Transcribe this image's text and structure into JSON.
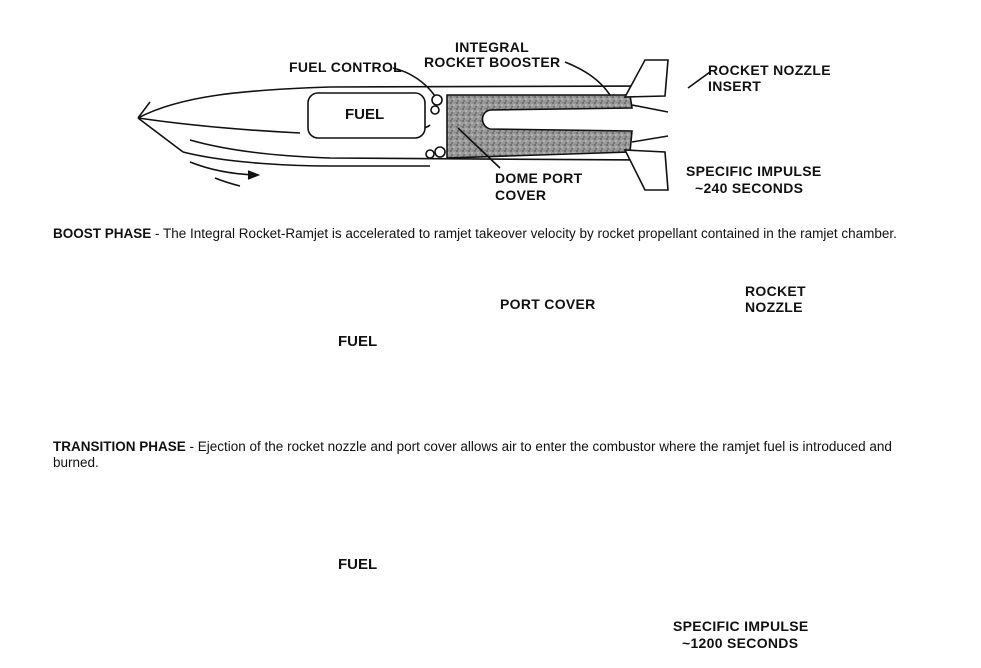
{
  "stage1": {
    "fuel": "FUEL",
    "fuel_control": "FUEL CONTROL",
    "integral_booster_line1": "INTEGRAL",
    "integral_booster_line2": "ROCKET BOOSTER",
    "nozzle_insert_line1": "ROCKET NOZZLE",
    "nozzle_insert_line2": "INSERT",
    "dome_port_line1": "DOME PORT",
    "dome_port_line2": "COVER",
    "impulse_line1": "SPECIFIC IMPULSE",
    "impulse_line2": "~240 SECONDS",
    "caption_title": "BOOST PHASE",
    "caption_text": " - The Integral Rocket-Ramjet is accelerated to ramjet takeover velocity by rocket propellant contained in the ramjet chamber."
  },
  "stage2": {
    "fuel": "FUEL",
    "port_cover": "PORT COVER",
    "rocket_nozzle_line1": "ROCKET",
    "rocket_nozzle_line2": "NOZZLE",
    "caption_title": "TRANSITION PHASE",
    "caption_text": " - Ejection of the rocket nozzle and port cover allows air to enter the combustor where the ramjet fuel is introduced and burned."
  },
  "stage3": {
    "fuel": "FUEL",
    "impulse_line1": "SPECIFIC IMPULSE",
    "impulse_line2": "~1200 SECONDS"
  },
  "colors": {
    "ink": "#111111",
    "propellant": "#8a8a8a",
    "background": "#ffffff"
  }
}
